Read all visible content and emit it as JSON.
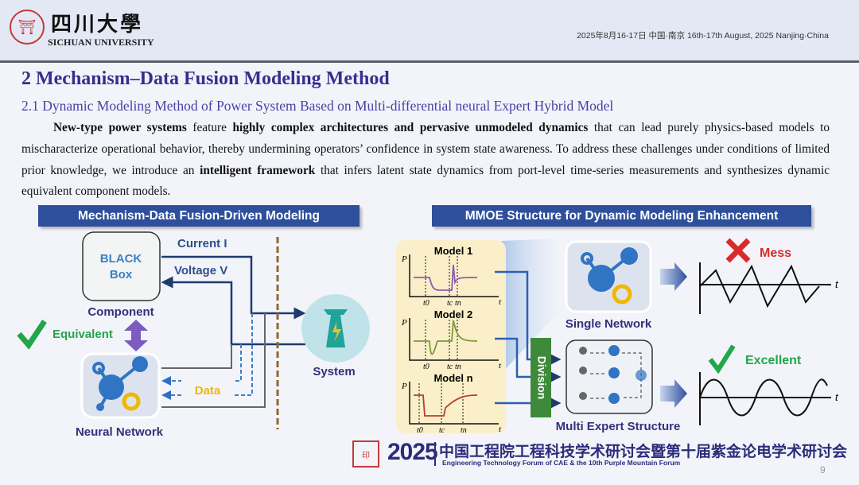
{
  "header": {
    "university_cn": "四川大學",
    "university_en": "SICHUAN UNIVERSITY",
    "date_location": "2025年8月16-17日  中国·南京  16th-17th August, 2025  Nanjing·China"
  },
  "title": "2 Mechanism–Data Fusion Modeling Method",
  "subtitle": "2.1 Dynamic Modeling Method of Power System Based on Multi-differential neural Expert Hybrid Model",
  "paragraph": {
    "b1": "New-type power systems",
    "t1": " feature ",
    "b2": "highly complex architectures and pervasive unmodeled dynamics",
    "t2": " that can lead purely physics-based models to mischaracterize operational behavior, thereby undermining operators’ confidence in system state awareness. To address these challenges under conditions of limited prior knowledge, we introduce an ",
    "b3": "intelligent framework",
    "t3": " that infers latent state dynamics from port-level time-series measurements and synthesizes dynamic equivalent component models."
  },
  "left_diagram": {
    "banner": "Mechanism-Data Fusion-Driven Modeling",
    "black": "BLACK",
    "box": "Box",
    "component": "Component",
    "current": "Current I",
    "voltage": "Voltage V",
    "equivalent": "Equivalent",
    "data": "Data",
    "neural_network": "Neural Network",
    "system": "System"
  },
  "right_diagram": {
    "banner": "MMOE Structure for Dynamic Modeling Enhancement",
    "model1": "Model 1",
    "model2": "Model 2",
    "modeln": "Model n",
    "axis_p": "P",
    "axis_t": "t",
    "t0": "t0",
    "tc": "tc",
    "tn": "tn",
    "division": "Division",
    "single_network": "Single Network",
    "multi_expert": "Multi Expert Structure",
    "mess": "Mess",
    "excellent": "Excellent"
  },
  "footer": {
    "year": "2025",
    "cn": "中国工程院工程科技学术研讨会暨第十届紫金论电学术研讨会",
    "en": "Engineering Technology Forum of CAE & the 10th Purple Mountain Forum",
    "page": "9"
  },
  "colors": {
    "accent": "#2e4f9c",
    "title": "#3b2c8e",
    "green": "#22a64a",
    "red": "#d92b2b"
  }
}
